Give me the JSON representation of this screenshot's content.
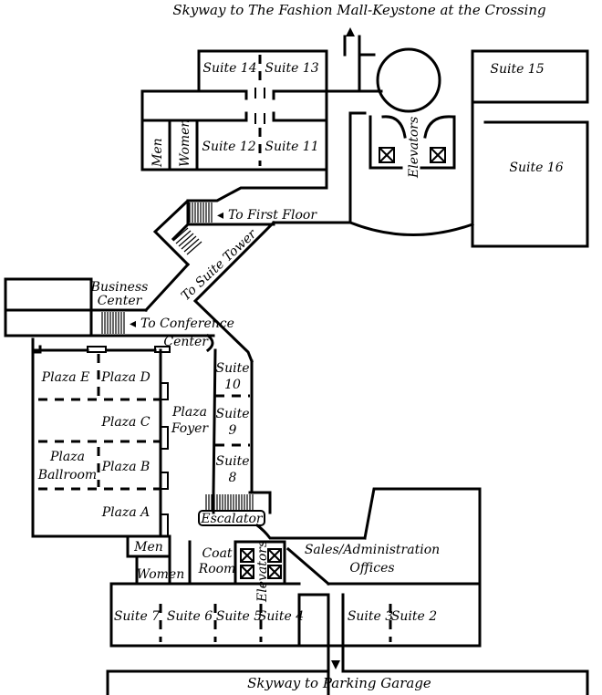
{
  "labels": {
    "skyway_top": "Skyway to The Fashion Mall-Keystone at the Crossing",
    "skyway_bottom": "Skyway to Parking Garage",
    "suite_1": "",
    "suite_2": "Suite 2",
    "suite_3": "Suite 3",
    "suite_4": "Suite 4",
    "suite_5": "Suite 5",
    "suite_6": "Suite 6",
    "suite_7": "Suite 7",
    "suite_8": "Suite",
    "suite_8_num": "8",
    "suite_9": "Suite",
    "suite_9_num": "9",
    "suite_10": "Suite",
    "suite_10_num": "10",
    "suite_11": "Suite 11",
    "suite_12": "Suite 12",
    "suite_13": "Suite 13",
    "suite_14": "Suite 14",
    "suite_15": "Suite 15",
    "suite_16": "Suite 16",
    "men_upper": "Men",
    "women_upper": "Women",
    "men_lower": "Men",
    "women_lower": "Women",
    "elevators_upper": "Elevators",
    "elevators_lower": "Elevators",
    "to_first_floor": "To First Floor",
    "to_suite_tower": "To Suite Tower",
    "business_center_1": "Business",
    "business_center_2": "Center",
    "to_conference_1": "To Conference",
    "to_conference_2": "Center",
    "plaza_e": "Plaza E",
    "plaza_d": "Plaza D",
    "plaza_c": "Plaza C",
    "plaza_b": "Plaza B",
    "plaza_a": "Plaza A",
    "plaza_ballroom_1": "Plaza",
    "plaza_ballroom_2": "Ballroom",
    "plaza_foyer_1": "Plaza",
    "plaza_foyer_2": "Foyer",
    "escalator": "Escalator",
    "coat_room_1": "Coat",
    "coat_room_2": "Room",
    "sales_1": "Sales/Administration",
    "sales_2": "Offices",
    "arrow_glyph": "◂"
  }
}
